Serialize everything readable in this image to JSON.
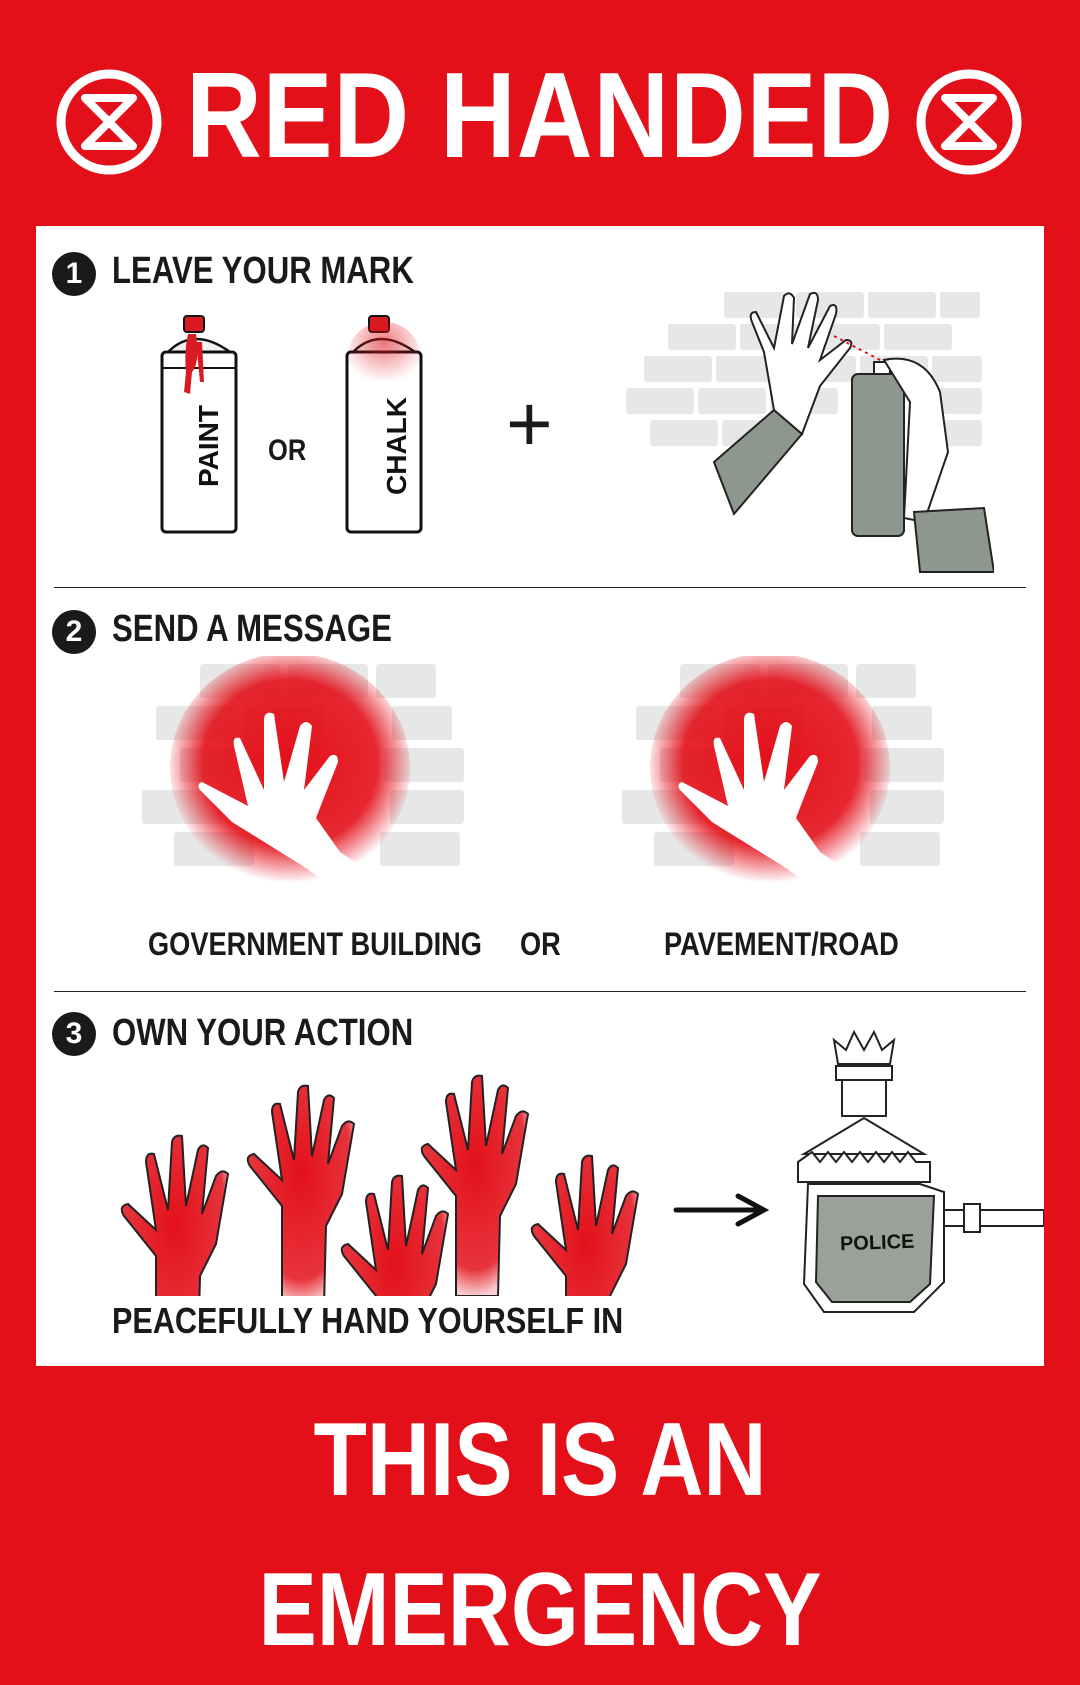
{
  "header": {
    "title": "RED HANDED"
  },
  "logos": {
    "left": "extinction-symbol-icon",
    "right": "extinction-symbol-icon"
  },
  "steps": [
    {
      "number": "1",
      "title": "LEAVE YOUR MARK"
    },
    {
      "number": "2",
      "title": "SEND A MESSAGE"
    },
    {
      "number": "3",
      "title": "OWN YOUR ACTION"
    }
  ],
  "step1": {
    "can_paint_label": "PAINT",
    "or_label": "OR",
    "can_chalk_label": "CHALK",
    "plus": "+"
  },
  "step2": {
    "option_left": "GOVERNMENT BUILDING",
    "or_label": "OR",
    "option_right": "PAVEMENT/ROAD"
  },
  "step3": {
    "caption": "PEACEFULLY HAND YOURSELF IN",
    "police_lamp_text": "POLICE"
  },
  "footer": {
    "text": "THIS IS AN EMERGENCY"
  },
  "colors": {
    "background": "#e3101a",
    "panel": "#ffffff",
    "ink": "#1a1a1a",
    "wall": "#e6e7e6",
    "sleeve": "#8e978d"
  }
}
